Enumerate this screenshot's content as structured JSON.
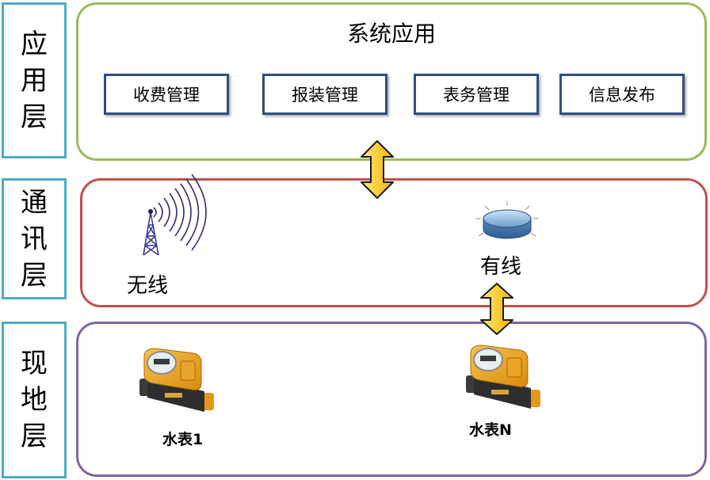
{
  "layers": {
    "application": {
      "label": [
        "应",
        "用",
        "层"
      ]
    },
    "communication": {
      "label": [
        "通",
        "讯",
        "层"
      ]
    },
    "field": {
      "label": [
        "现",
        "地",
        "层"
      ]
    }
  },
  "application_panel": {
    "title": "系统应用",
    "modules": [
      "收费管理",
      "报装管理",
      "表务管理",
      "信息发布"
    ]
  },
  "communication_panel": {
    "wireless_label": "无线",
    "wired_label": "有线"
  },
  "field_panel": {
    "meter_1_label": "水表1",
    "meter_n_label": "水表N"
  },
  "colors": {
    "application_border": "#9bbb59",
    "communication_border": "#c0504d",
    "field_border": "#8064a2",
    "layer_label_border": "#4bacc6",
    "module_border": "#2f4f7f",
    "arrow_fill": "#ffd21f"
  }
}
